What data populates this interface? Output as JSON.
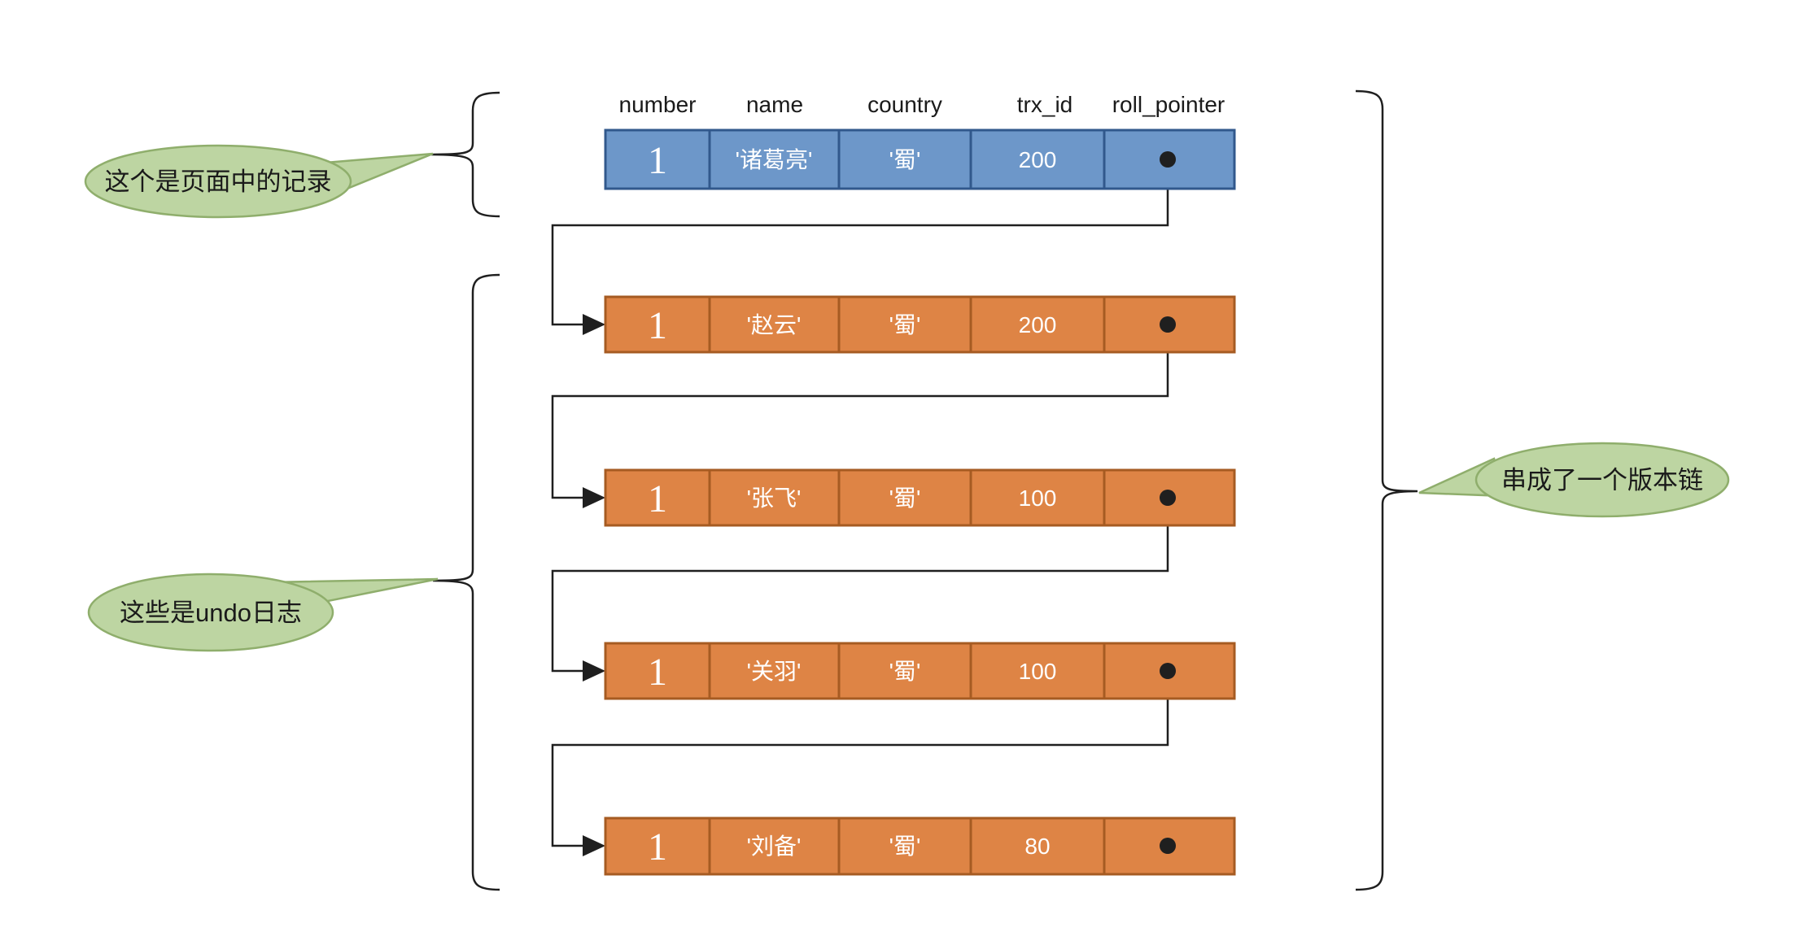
{
  "diagram": {
    "title_semantic": "MySQL MVCC undo-log version chain",
    "columns": [
      "number",
      "name",
      "country",
      "trx_id",
      "roll_pointer"
    ],
    "record_row": {
      "number": "1",
      "name": "'诸葛亮'",
      "country": "'蜀'",
      "trx_id": "200"
    },
    "undo_rows": [
      {
        "number": "1",
        "name": "'赵云'",
        "country": "'蜀'",
        "trx_id": "200"
      },
      {
        "number": "1",
        "name": "'张飞'",
        "country": "'蜀'",
        "trx_id": "100"
      },
      {
        "number": "1",
        "name": "'关羽'",
        "country": "'蜀'",
        "trx_id": "100"
      },
      {
        "number": "1",
        "name": "'刘备'",
        "country": "'蜀'",
        "trx_id": "80"
      }
    ],
    "callouts": {
      "page_record": "这个是页面中的记录",
      "undo_logs": "这些是undo日志",
      "version_chain": "串成了一个版本链"
    },
    "colors": {
      "record_fill": "#6D97C9",
      "record_stroke": "#31588C",
      "undo_fill": "#DE8445",
      "undo_stroke": "#A65B22",
      "callout_fill": "#BDD5A2",
      "callout_stroke": "#8FAE6C",
      "line": "#1F1F1F",
      "cell_text": "#FFFFFF",
      "label_text": "#1A1A1A"
    }
  }
}
